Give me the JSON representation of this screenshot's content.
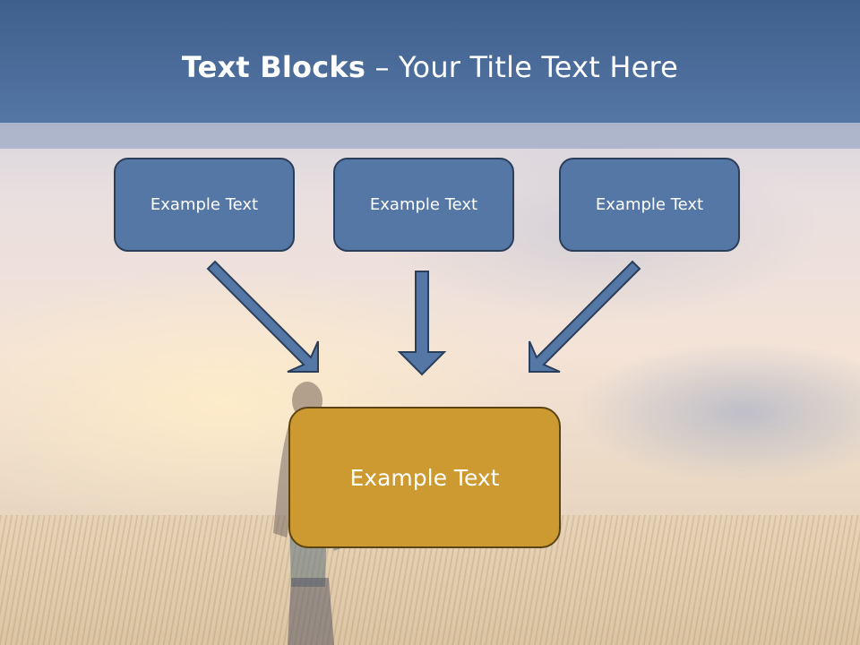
{
  "title": {
    "bold_part": "Text Blocks",
    "rest": " – Your Title Text Here"
  },
  "boxes": {
    "top": [
      {
        "label": "Example Text"
      },
      {
        "label": "Example Text"
      },
      {
        "label": "Example Text"
      }
    ],
    "main": {
      "label": "Example Text"
    }
  },
  "colors": {
    "header": "#5577a5",
    "box_blue": "#5577a5",
    "box_gold": "#cc9a31",
    "outline": "#2b3e5a"
  }
}
